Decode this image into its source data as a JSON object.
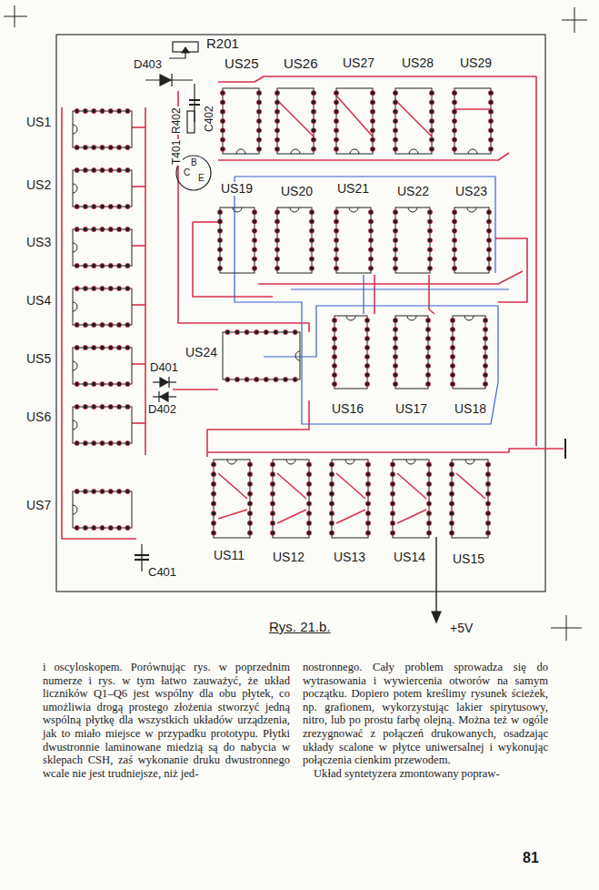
{
  "diagram": {
    "caption": "Rys. 21.b.",
    "labels": [
      "R201",
      "D403",
      "US25",
      "US26",
      "US27",
      "US28",
      "US29",
      "C402",
      "R402",
      "T401",
      "C",
      "B",
      "E",
      "US1",
      "US2",
      "US3",
      "US4",
      "US5",
      "US6",
      "US7",
      "US19",
      "US20",
      "US21",
      "US22",
      "US23",
      "US24",
      "D401",
      "D402",
      "US16",
      "US17",
      "US18",
      "US11",
      "US12",
      "US13",
      "US14",
      "US15",
      "C401",
      "+5V",
      "i oscyloskopem. Porównując rys. w poprzednim numerze i rys. w tym łatwo zauważyć, że układ liczników Q1–Q6 jest wspólny dla obu płytek, co umożliwia drogą prostego złożenia stworzyć jedną wspólną płytkę dla wszystkich układów urządzenia, jak to miało miejsce w przypadku prototypu. Płytki dwustronnie laminowane miedzią są do nabycia w sklepach CSH, zaś wykonanie druku dwustronnego wcale nie jest trudniejsze, niż jed-",
      "nostronnego. Cały problem sprowadza się do wytrasowania i wywiercenia otworów na samym początku. Dopiero potem kreślimy rysunek ścieżek, np. grafionem, wykorzystując lakier spirytusowy, nitro, lub po prostu farbę olejną. Można też w ogóle zrezygnować z połączeń drukowanych, osadzając układy scalone w płytce uniwersalnej i wykonując połączenia cienkim przewodem.",
      "Układ syntetyzera zmontowany popraw-",
      "81"
    ]
  }
}
